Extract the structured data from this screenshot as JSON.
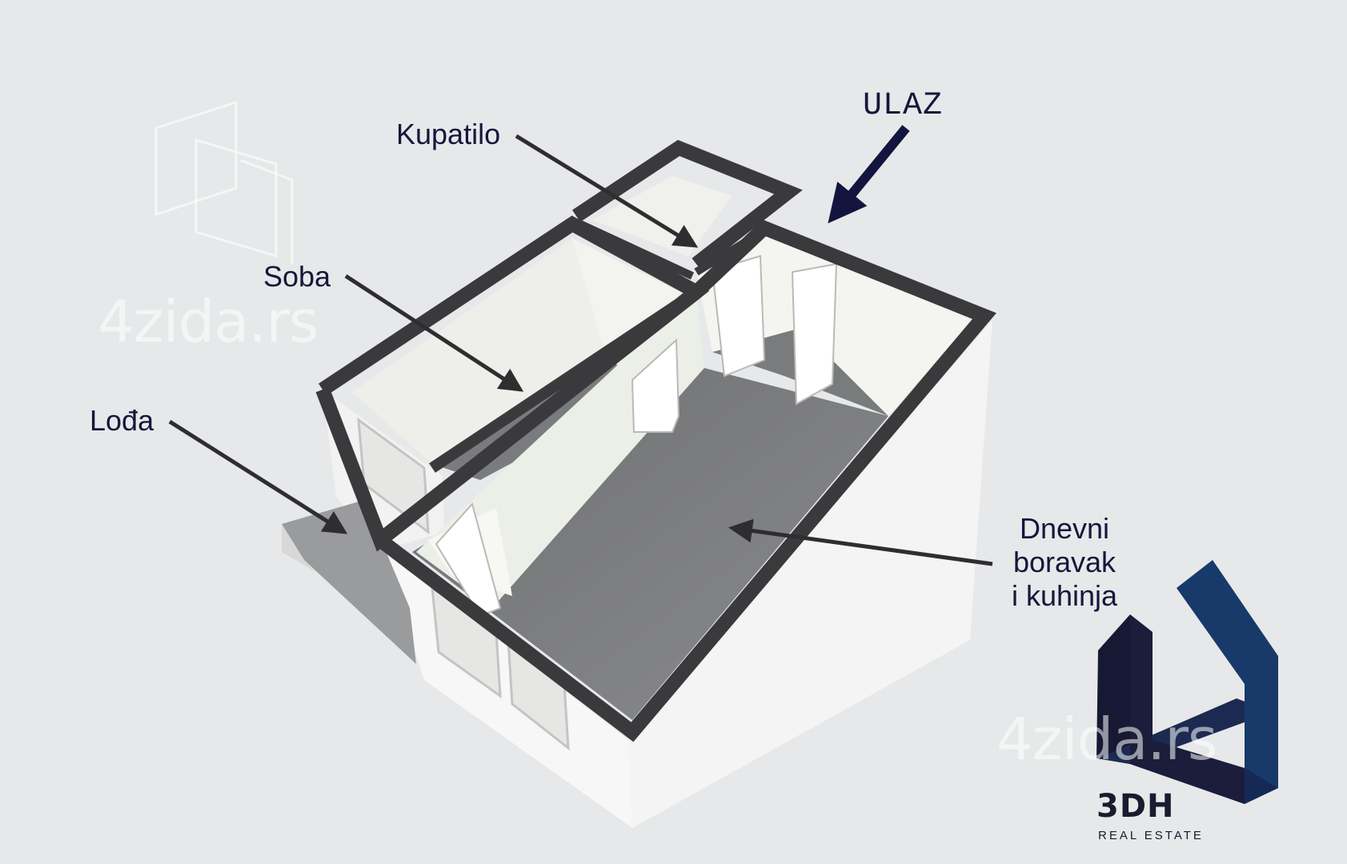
{
  "labels": {
    "kupatilo": "Kupatilo",
    "ulaz": "ULAZ",
    "soba": "Soba",
    "loda": "Lođa",
    "dnevni_line1": "Dnevni",
    "dnevni_line2": "boravak",
    "dnevni_line3": "i kuhinja"
  },
  "watermark": {
    "text": "4zida.rs"
  },
  "brand": {
    "name": "3DH",
    "tagline": "REAL ESTATE"
  },
  "colors": {
    "background": "#e7e8e9",
    "wall_top": "#3a3a3c",
    "floor": "#7c7d7f",
    "interior_wall": "#f2f3ef",
    "label_text": "#15173c",
    "ulaz_arrow": "#14153f",
    "logo_dark": "#171833",
    "logo_blue": "#173a6b"
  }
}
